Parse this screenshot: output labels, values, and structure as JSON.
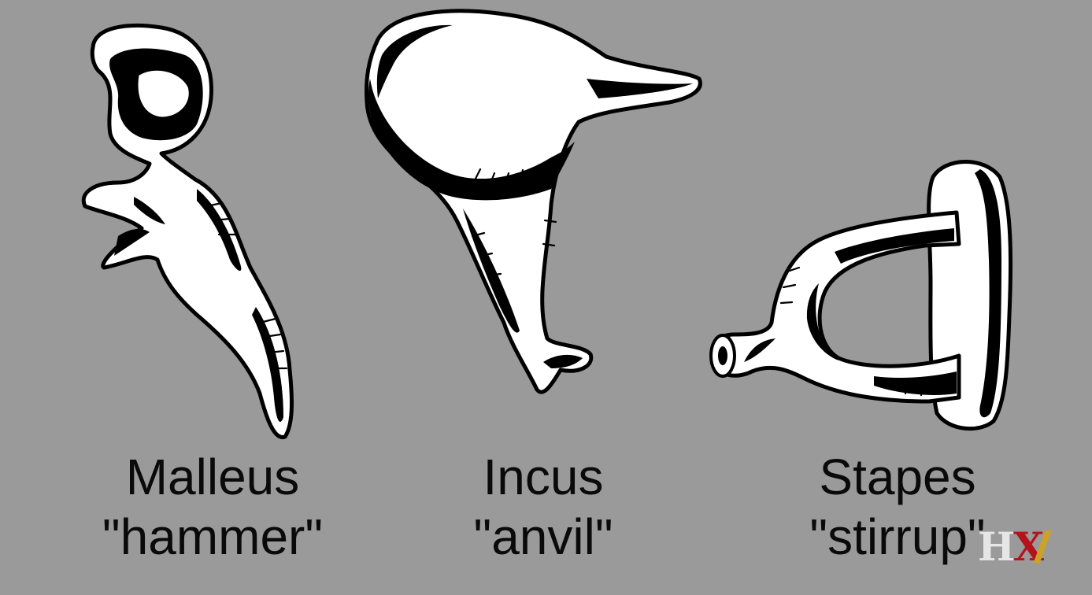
{
  "bones": [
    {
      "name": "Malleus",
      "nickname": "\"hammer\""
    },
    {
      "name": "Incus",
      "nickname": "\"anvil\""
    },
    {
      "name": "Stapes",
      "nickname": "\"stirrup\""
    }
  ],
  "logo": {
    "letters": [
      "H",
      "X"
    ],
    "colors": {
      "h": "#e6e6e6",
      "x": "#b5121b",
      "accent": "#c9a227"
    }
  },
  "colors": {
    "background": "#9a9a9a",
    "bone": "#ffffff",
    "ink": "#000000"
  }
}
